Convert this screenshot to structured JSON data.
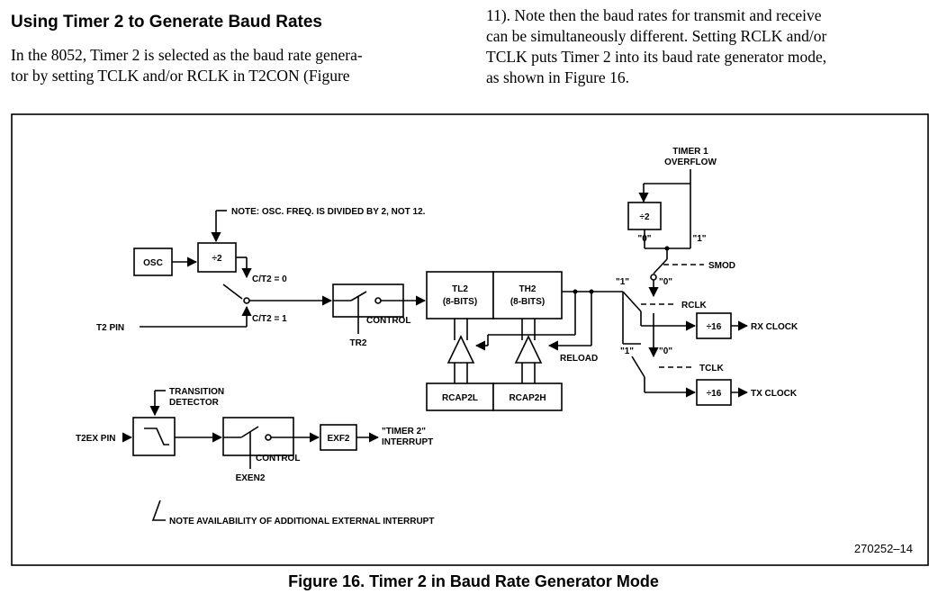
{
  "section": {
    "heading": "Using Timer 2 to Generate Baud Rates",
    "left_lines": [
      "In the 8052, Timer 2 is selected as the baud rate genera-",
      "tor by setting TCLK and/or RCLK in T2CON (Figure"
    ],
    "right_lines": [
      "11). Note then the baud rates for transmit and receive",
      "can be simultaneously different. Setting RCLK and/or",
      "TCLK puts Timer 2 into its baud rate generator mode,",
      "as shown in Figure 16."
    ]
  },
  "figure": {
    "caption": "Figure 16. Timer 2 in Baud Rate Generator Mode",
    "code": "270252–14",
    "labels": {
      "timer1": "TIMER 1",
      "overflow": "OVERFLOW",
      "div2": "÷2",
      "div16": "÷16",
      "q0": "\"0\"",
      "q1": "\"1\"",
      "smod": "SMOD",
      "rclk": "RCLK",
      "tclk": "TCLK",
      "note_osc": "NOTE: OSC. FREQ. IS DIVIDED BY 2, NOT 12.",
      "osc": "OSC",
      "ct0": "C/T2 = 0",
      "ct1": "C/T2 = 1",
      "t2pin": "T2 PIN",
      "control": "CONTROL",
      "tr2": "TR2",
      "tl2": "TL2",
      "th2": "TH2",
      "bits8": "(8-BITS)",
      "reload": "RELOAD",
      "rcap2l": "RCAP2L",
      "rcap2h": "RCAP2H",
      "rxclock": "RX CLOCK",
      "txclock": "TX CLOCK",
      "transition": "TRANSITION",
      "detector": "DETECTOR",
      "t2expin": "T2EX PIN",
      "exf2": "EXF2",
      "timer2int": "\"TIMER 2\"",
      "interrupt": "INTERRUPT",
      "exen2": "EXEN2",
      "note_ext": "NOTE AVAILABILITY OF ADDITIONAL EXTERNAL INTERRUPT"
    }
  }
}
